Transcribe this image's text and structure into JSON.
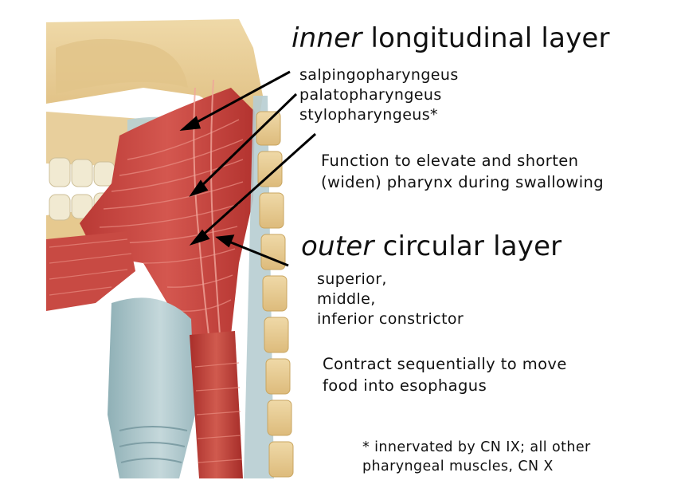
{
  "inner_layer": {
    "heading_emphasis": "inner",
    "heading_rest": " longitudinal layer",
    "muscles": [
      "salpingopharyngeus",
      "palatopharyngeus",
      "stylopharyngeus*"
    ],
    "function_lines": [
      "Function to elevate and shorten",
      "(widen) pharynx during swallowing"
    ]
  },
  "outer_layer": {
    "heading_emphasis": "outer",
    "heading_rest": " circular layer",
    "muscles": [
      "superior,",
      "middle,",
      "inferior constrictor"
    ],
    "function_lines": [
      "Contract sequentially to move",
      "food into esophagus"
    ]
  },
  "footnote_lines": [
    "* innervated by CN IX; all other",
    "pharyngeal muscles, CN X"
  ],
  "colors": {
    "text": "#111111",
    "muscle": "#c8423f",
    "muscle_light": "#e0877e",
    "bone": "#e9cf9a",
    "bone_dark": "#c9a560",
    "cartilage": "#a9c3c8",
    "mucosa": "#b8cfd3",
    "teeth": "#f1ead2",
    "arrow": "#000000"
  }
}
